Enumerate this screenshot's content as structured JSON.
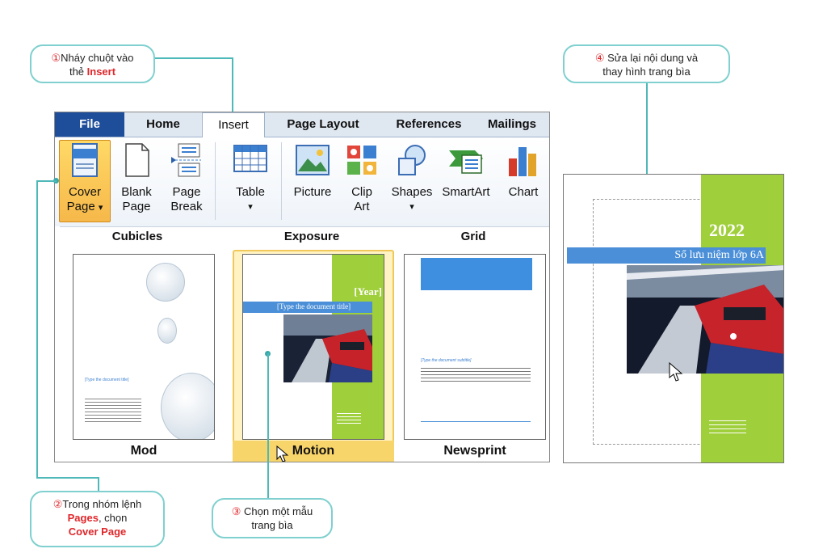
{
  "callouts": {
    "c1": {
      "num": "①",
      "line1": "Nháy chuột vào",
      "line2_pre": "thẻ ",
      "line2_red": "Insert"
    },
    "c2": {
      "num": "②",
      "line1": "Trong nhóm lệnh",
      "line2_red": "Pages",
      "line2_post": ", chọn",
      "line3_red": "Cover Page"
    },
    "c3": {
      "num": "③",
      "line1": "Chọn một mẫu",
      "line2": "trang bìa"
    },
    "c4": {
      "num": "④",
      "line1": "Sửa lại nội dung và",
      "line2": "thay hình trang bìa"
    }
  },
  "tabs": [
    "File",
    "Home",
    "Insert",
    "Page Layout",
    "References",
    "Mailings"
  ],
  "ribbon": {
    "cover": {
      "line1": "Cover",
      "line2": "Page",
      "arrow": "▾"
    },
    "blank": {
      "line1": "Blank",
      "line2": "Page"
    },
    "break": {
      "line1": "Page",
      "line2": "Break"
    },
    "table": {
      "line1": "Table",
      "arrow": "▾"
    },
    "picture": {
      "line1": "Picture"
    },
    "clipart": {
      "line1": "Clip",
      "line2": "Art"
    },
    "shapes": {
      "line1": "Shapes",
      "arrow": "▾"
    },
    "smartart": {
      "line1": "SmartArt"
    },
    "chart": {
      "line1": "Chart"
    }
  },
  "gallery": {
    "headers": [
      "Cubicles",
      "Exposure",
      "Grid"
    ],
    "labels": [
      "Mod",
      "Motion",
      "Newsprint"
    ],
    "motion_year": "[Year]",
    "motion_title": "[Type the document title]",
    "mod_title": "[Type the document title]",
    "news_subtitle": "[Type the document subtitle]"
  },
  "doc": {
    "year": "2022",
    "title": "Sổ lưu niệm lớp 6A"
  },
  "colors": {
    "accent_teal": "#7fd0cf",
    "green": "#9fcf3b",
    "blue_title": "#4a8fd8",
    "file_tab": "#1e4d9a"
  }
}
